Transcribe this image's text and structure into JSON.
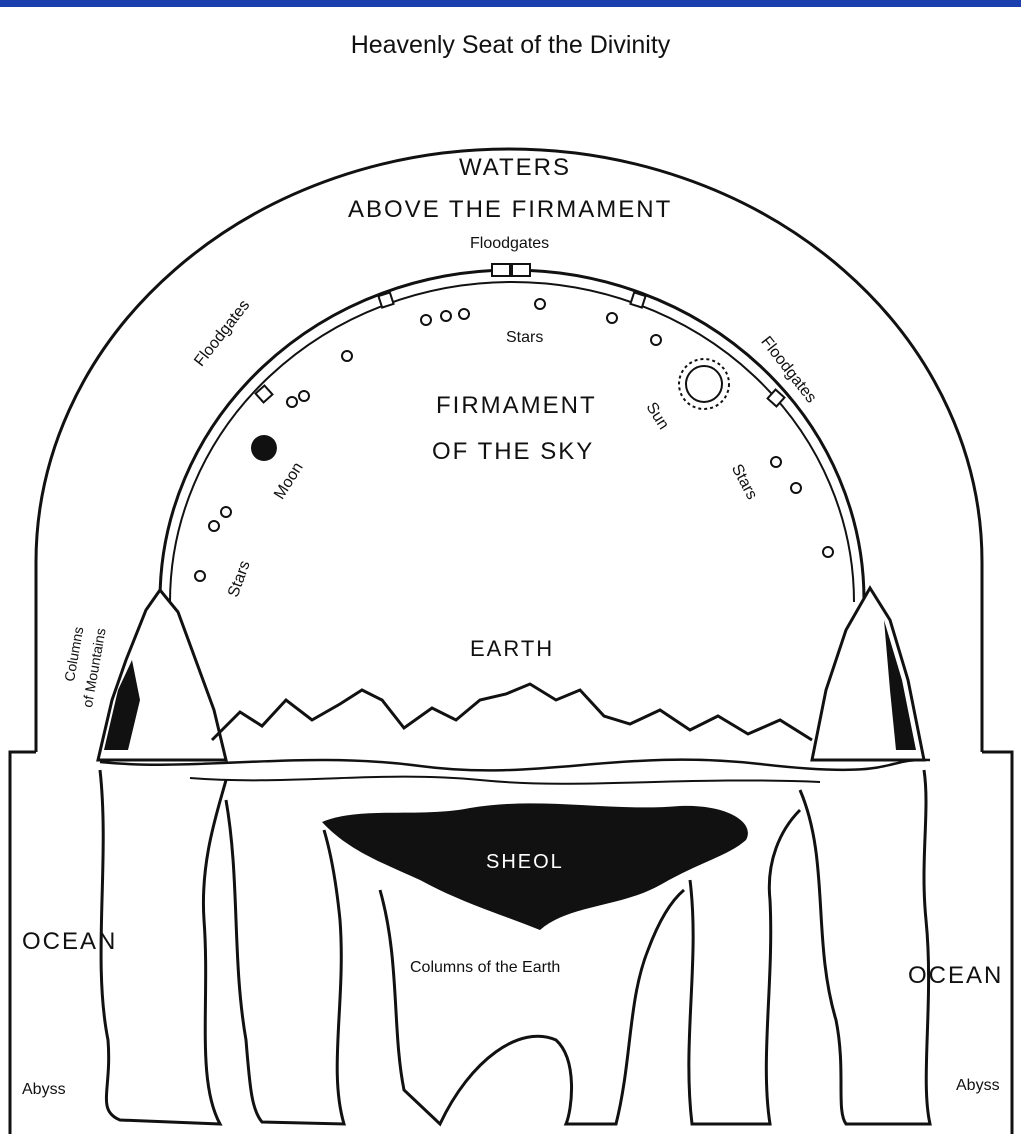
{
  "colors": {
    "top_bar": "#1c3fb0",
    "ink": "#111111",
    "paper": "#ffffff"
  },
  "title": "Heavenly Seat of the Divinity",
  "labels": {
    "waters": "WATERS",
    "above_firmament": "ABOVE THE FIRMAMENT",
    "floodgates_top": "Floodgates",
    "floodgates_left": "Floodgates",
    "floodgates_right": "Floodgates",
    "stars_top": "Stars",
    "stars_left": "Stars",
    "stars_right": "Stars",
    "firmament": "FIRMAMENT",
    "of_the_sky": "OF THE SKY",
    "moon": "Moon",
    "sun": "Sun",
    "columns_of_mountains_1": "Columns",
    "columns_of_mountains_2": "of Mountains",
    "earth": "EARTH",
    "sheol": "SHEOL",
    "columns_of_earth": "Columns of the Earth",
    "ocean_left": "OCEAN",
    "ocean_right": "OCEAN",
    "abyss_left": "Abyss",
    "abyss_right": "Abyss"
  }
}
